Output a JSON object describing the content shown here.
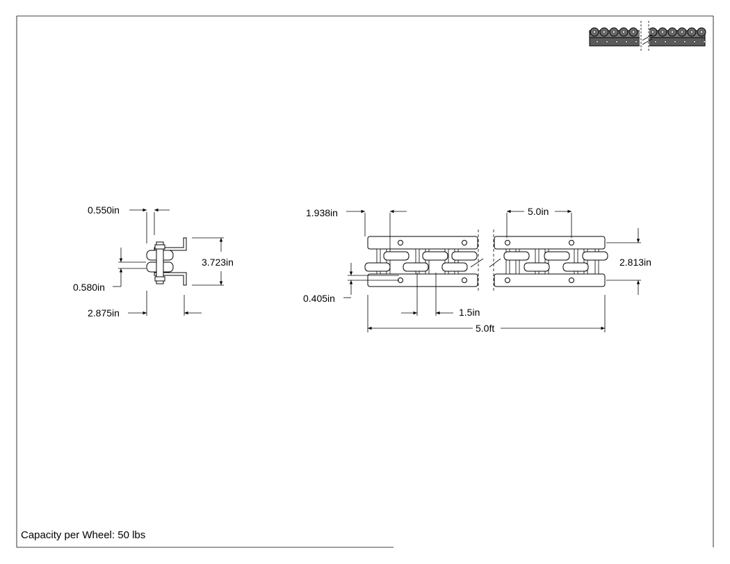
{
  "drawing": {
    "dims": {
      "width_550": "0.550in",
      "height_580": "0.580in",
      "height_3723": "3.723in",
      "width_2875": "2.875in",
      "offset_1938": "1.938in",
      "pitch_5in": "5.0in",
      "height_2813": "2.813in",
      "height_405": "0.405in",
      "spacing_15": "1.5in",
      "length_5ft": "5.0ft"
    },
    "capacity_note": "Capacity per Wheel: 50 lbs"
  },
  "colors": {
    "line": "#000000",
    "background": "#ffffff"
  }
}
